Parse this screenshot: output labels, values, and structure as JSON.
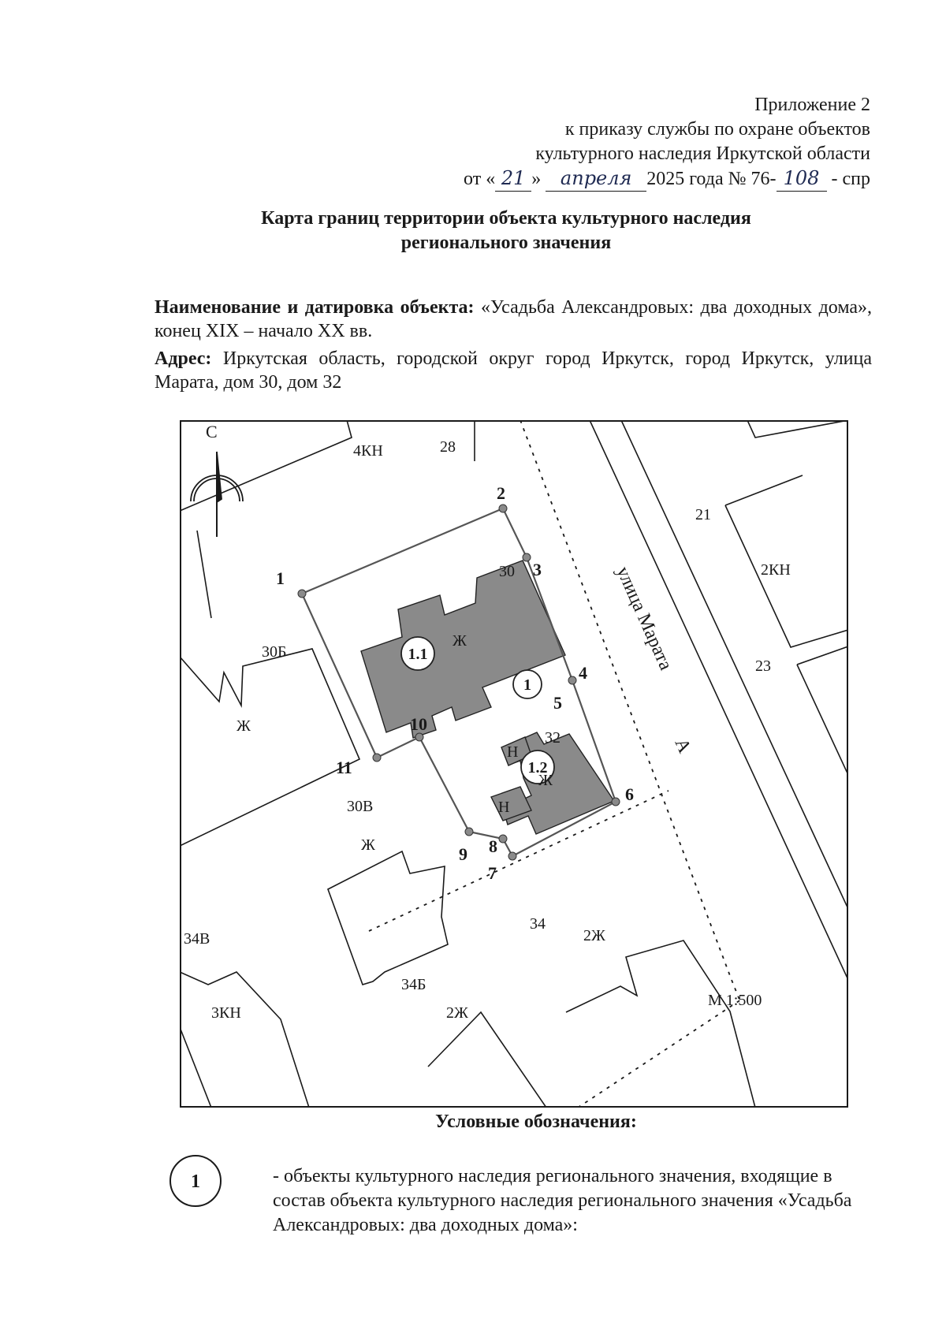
{
  "header": {
    "line1": "Приложение 2",
    "line2": "к приказу службы по охране объектов",
    "line3": "культурного наследия Иркутской области",
    "date_prefix": "от «",
    "day": "21",
    "mid1": "»",
    "month": "апреля",
    "year_text": "2025 года № 76-",
    "number": "108",
    "suffix": " - спр"
  },
  "title": {
    "line1": "Карта границ территории объекта культурного наследия",
    "line2": "регионального значения"
  },
  "object": {
    "label": "Наименование и датировка объекта:",
    "text": "«Усадьба Александровых: два доходных дома», конец XIX – начало XX вв."
  },
  "address": {
    "label": "Адрес:",
    "text": "Иркутская область, городской округ город Иркутск, город Иркутск, улица Марата, дом 30, дом 32"
  },
  "map": {
    "north": "С",
    "street": "улица Марата",
    "road_letter": "А",
    "scale": "М 1:500",
    "points": [
      "1",
      "2",
      "3",
      "4",
      "5",
      "6",
      "7",
      "8",
      "9",
      "10",
      "11"
    ],
    "objects": [
      "1",
      "1.1",
      "1.2"
    ],
    "labels": {
      "l_4kn": "4КН",
      "l_28": "28",
      "l_21": "21",
      "l_2kn": "2КН",
      "l_23": "23",
      "l_30": "30",
      "l_zh_main": "Ж",
      "l_30b": "30Б",
      "l_zh_30b": "Ж",
      "l_32": "32",
      "l_n_top": "Н",
      "l_zh_32": "Ж",
      "l_n_bottom": "Н",
      "l_30v": "30В",
      "l_zh_30v": "Ж",
      "l_34": "34",
      "l_2zh_34": "2Ж",
      "l_34b": "34Б",
      "l_2zh_34b": "2Ж",
      "l_34v": "34В",
      "l_3kn": "3КН"
    }
  },
  "legend": {
    "title": "Условные обозначения:",
    "symbol": "1",
    "text": "- объекты культурного наследия регионального значения, входящие в состав объекта культурного наследия регионального значения «Усадьба Александровых: два доходных дома»:"
  }
}
